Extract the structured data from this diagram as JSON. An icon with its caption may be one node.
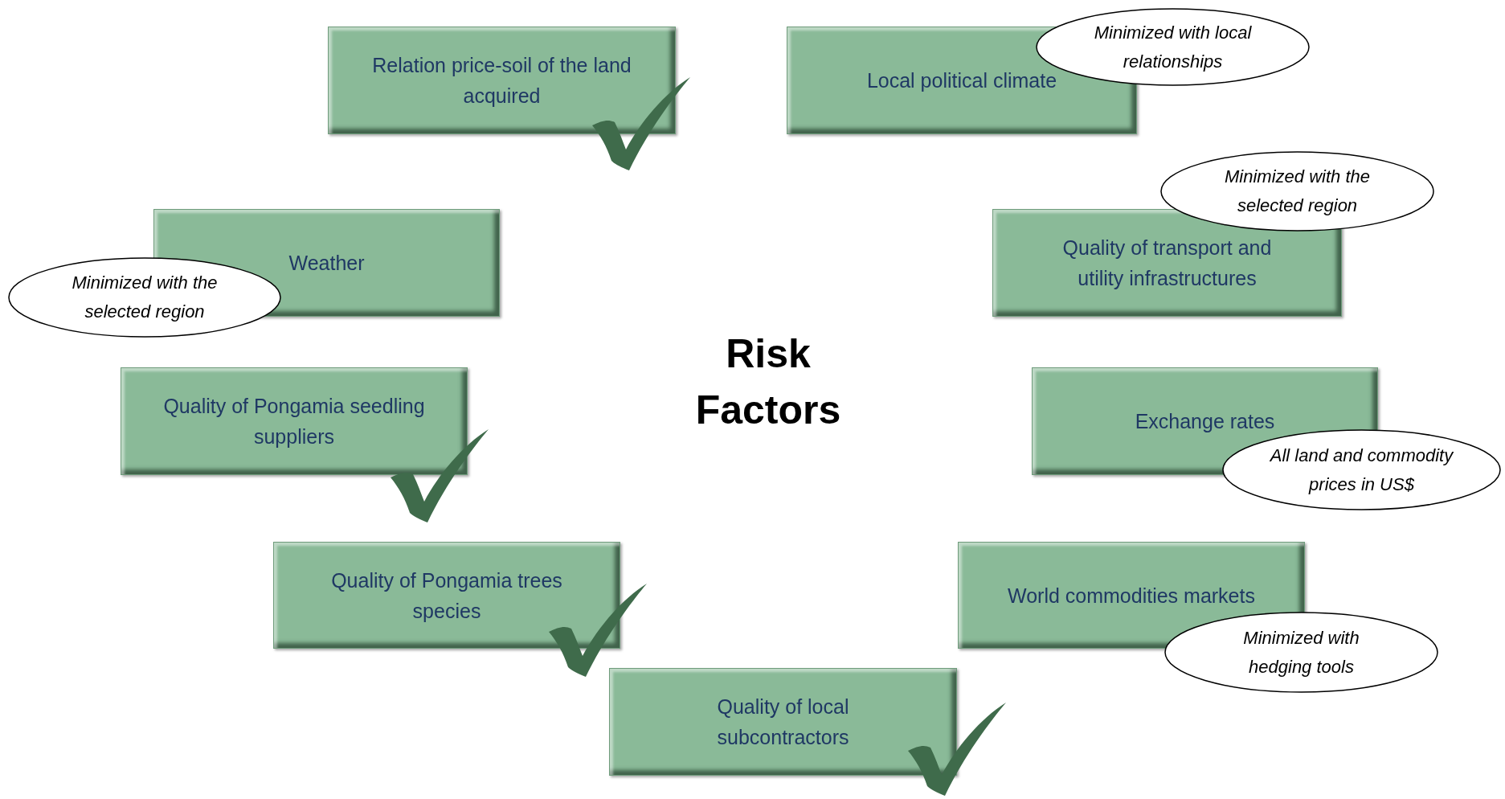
{
  "diagram": {
    "title": "Risk Factors",
    "nodes": [
      {
        "text": [
          "Relation price-soil of the land acquired"
        ]
      },
      {
        "text": [
          "Local political climate"
        ]
      },
      {
        "text": [
          "Minimized with local relationships"
        ]
      },
      {
        "text": [
          "Weather"
        ]
      },
      {
        "text": [
          "Minimized with the selected region"
        ]
      },
      {
        "text": [
          "Minimized with the selected region"
        ]
      },
      {
        "text": [
          "Quality of transport and utility infrastructures"
        ]
      },
      {
        "text": [
          "Quality of Pongamia seedling suppliers"
        ]
      },
      {
        "text": [
          "Exchange rates"
        ]
      },
      {
        "text": [
          "All land and commodity prices in US$"
        ]
      },
      {
        "text": [
          "Quality of Pongamia trees species"
        ]
      },
      {
        "text": [
          "World commodities markets"
        ]
      },
      {
        "text": [
          "Minimized with hedging tools"
        ]
      },
      {
        "text": [
          "Quality of local subcontractors"
        ]
      }
    ],
    "edges": []
  }
}
